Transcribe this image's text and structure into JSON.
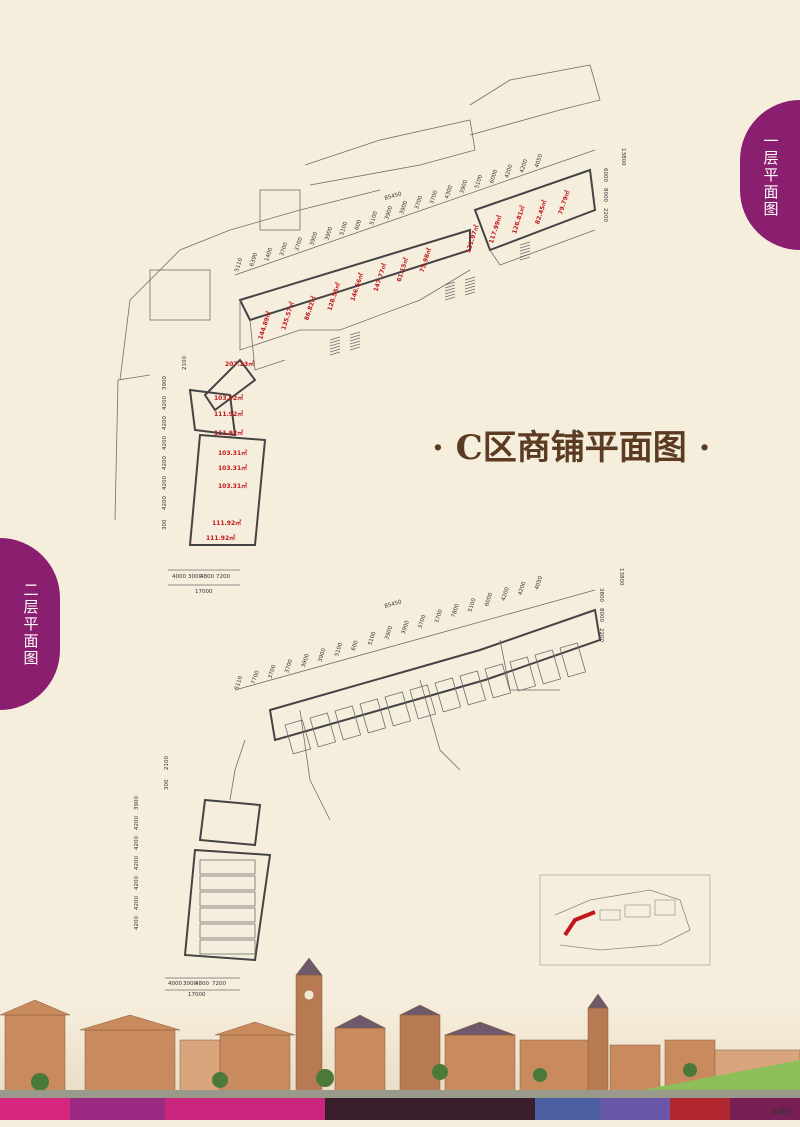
{
  "title": "· C区商铺平面图 ·",
  "tabs": {
    "first_floor": "一层平面图",
    "second_floor": "二层平面图"
  },
  "effect_label": "效果图",
  "colors": {
    "background": "#f6eedd",
    "tab": "#8b1f6f",
    "title": "#5b3b22",
    "area_text": "#c0151b",
    "location_highlight": "#c0151b"
  },
  "icons": [
    "floor-plan-drawing",
    "location-map",
    "building-rendering"
  ],
  "first_floor_plan": {
    "dimensions_top": [
      "85450"
    ],
    "dimensions_row": [
      "5110",
      "6390",
      "1400",
      "3700",
      "3700",
      "3900",
      "3900",
      "5100",
      "600",
      "5100",
      "3900",
      "3900",
      "3700",
      "3700",
      "4300",
      "3900",
      "5100",
      "6000",
      "4200",
      "4200",
      "4050"
    ],
    "dimensions_right": [
      "13800",
      "6000",
      "8000",
      "2200"
    ],
    "dimensions_left": [
      "2100",
      "3900",
      "4200",
      "4200",
      "4200",
      "4200",
      "4200",
      "4200",
      "300"
    ],
    "dimensions_bottom": [
      "4000",
      "3000",
      "4800",
      "7200",
      "17000"
    ],
    "units_upper": [
      {
        "area": "144.89㎡"
      },
      {
        "area": "135.57㎡"
      },
      {
        "area": "86.82㎡"
      },
      {
        "area": "128.55㎡"
      },
      {
        "area": "146.56㎡"
      },
      {
        "area": "147.77㎡"
      },
      {
        "area": "61.15㎡"
      },
      {
        "area": "75.98㎡"
      },
      {
        "area": "121.97㎡"
      },
      {
        "area": "117.99㎡"
      },
      {
        "area": "126.81㎡"
      },
      {
        "area": "82.45㎡"
      },
      {
        "area": "79.79㎡"
      }
    ],
    "units_left": [
      {
        "area": "207.23㎡"
      },
      {
        "area": "103.92㎡"
      },
      {
        "area": "111.92㎡"
      },
      {
        "area": "111.92㎡"
      },
      {
        "area": "103.31㎡"
      },
      {
        "area": "103.31㎡"
      },
      {
        "area": "103.31㎡"
      },
      {
        "area": "111.92㎡"
      },
      {
        "area": "111.92㎡"
      }
    ]
  },
  "second_floor_plan": {
    "dimensions_top": [
      "85450"
    ],
    "dimensions_row": [
      "5110",
      "7700",
      "3700",
      "3700",
      "3900",
      "3900",
      "5100",
      "600",
      "5100",
      "3900",
      "3900",
      "3700",
      "3700",
      "7800",
      "5100",
      "6000",
      "4200",
      "4200",
      "4050"
    ],
    "dimensions_right": [
      "13800",
      "3800",
      "8000",
      "2200"
    ],
    "dimensions_left": [
      "2100",
      "300",
      "3900",
      "4200",
      "4200",
      "4200",
      "4200",
      "4200",
      "4200"
    ],
    "dimensions_bottom": [
      "4000",
      "3000",
      "4800",
      "7200",
      "17000"
    ]
  }
}
